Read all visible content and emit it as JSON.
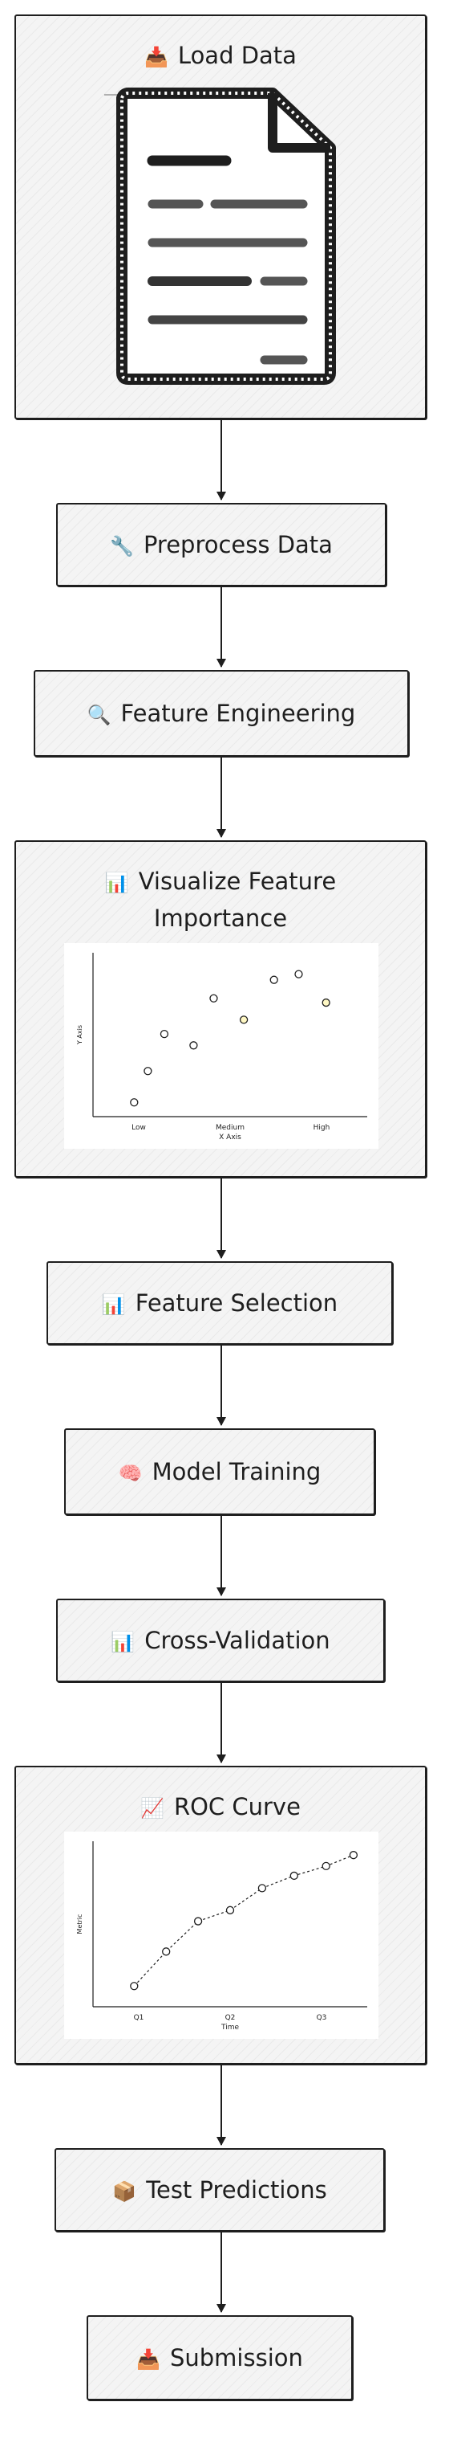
{
  "steps": [
    {
      "icon": "inbox-tray-icon",
      "glyph": "📥",
      "label": "Load Data"
    },
    {
      "icon": "wrench-icon",
      "glyph": "🔧",
      "label": "Preprocess Data"
    },
    {
      "icon": "magnifying-glass-icon",
      "glyph": "🔍",
      "label": "Feature Engineering"
    },
    {
      "icon": "bar-chart-icon",
      "glyph": "📊",
      "label_line1": "Visualize Feature",
      "label_line2": "Importance"
    },
    {
      "icon": "bar-chart-icon",
      "glyph": "📊",
      "label": "Feature Selection"
    },
    {
      "icon": "brain-icon",
      "glyph": "🧠",
      "label": "Model Training"
    },
    {
      "icon": "bar-chart-icon",
      "glyph": "📊",
      "label": "Cross-Validation"
    },
    {
      "icon": "chart-increasing-icon",
      "glyph": "📈",
      "label": "ROC Curve"
    },
    {
      "icon": "package-icon",
      "glyph": "📦",
      "label": "Test Predictions"
    },
    {
      "icon": "inbox-tray-icon",
      "glyph": "📥",
      "label": "Submission"
    }
  ],
  "chart_data": [
    {
      "type": "scatter",
      "xlabel": "X Axis",
      "ylabel": "Y Axis",
      "x_ticks": [
        "Low",
        "Medium",
        "High"
      ],
      "points": [
        {
          "x": 0.45,
          "y": 0.1,
          "color": "#ffffff"
        },
        {
          "x": 0.6,
          "y": 0.32,
          "color": "#ffffff"
        },
        {
          "x": 0.78,
          "y": 0.58,
          "color": "#ffffff"
        },
        {
          "x": 1.1,
          "y": 0.5,
          "color": "#ffffff"
        },
        {
          "x": 1.32,
          "y": 0.83,
          "color": "#ffffff"
        },
        {
          "x": 1.65,
          "y": 0.68,
          "color": "#fff8c4"
        },
        {
          "x": 1.98,
          "y": 0.96,
          "color": "#ffffff"
        },
        {
          "x": 2.25,
          "y": 1.0,
          "color": "#ffffff"
        },
        {
          "x": 2.55,
          "y": 0.8,
          "color": "#fff8c4"
        }
      ],
      "xlim": [
        0,
        3
      ],
      "ylim": [
        0,
        1.15
      ]
    },
    {
      "type": "line",
      "xlabel": "Time",
      "ylabel": "Metric",
      "x_ticks": [
        "Q1",
        "Q2",
        "Q3"
      ],
      "points": [
        {
          "x": 0.45,
          "y": 0.15
        },
        {
          "x": 0.8,
          "y": 0.4
        },
        {
          "x": 1.15,
          "y": 0.62
        },
        {
          "x": 1.5,
          "y": 0.7
        },
        {
          "x": 1.85,
          "y": 0.86
        },
        {
          "x": 2.2,
          "y": 0.95
        },
        {
          "x": 2.55,
          "y": 1.02
        },
        {
          "x": 2.85,
          "y": 1.1
        }
      ],
      "xlim": [
        0,
        3
      ],
      "ylim": [
        0,
        1.2
      ]
    }
  ]
}
